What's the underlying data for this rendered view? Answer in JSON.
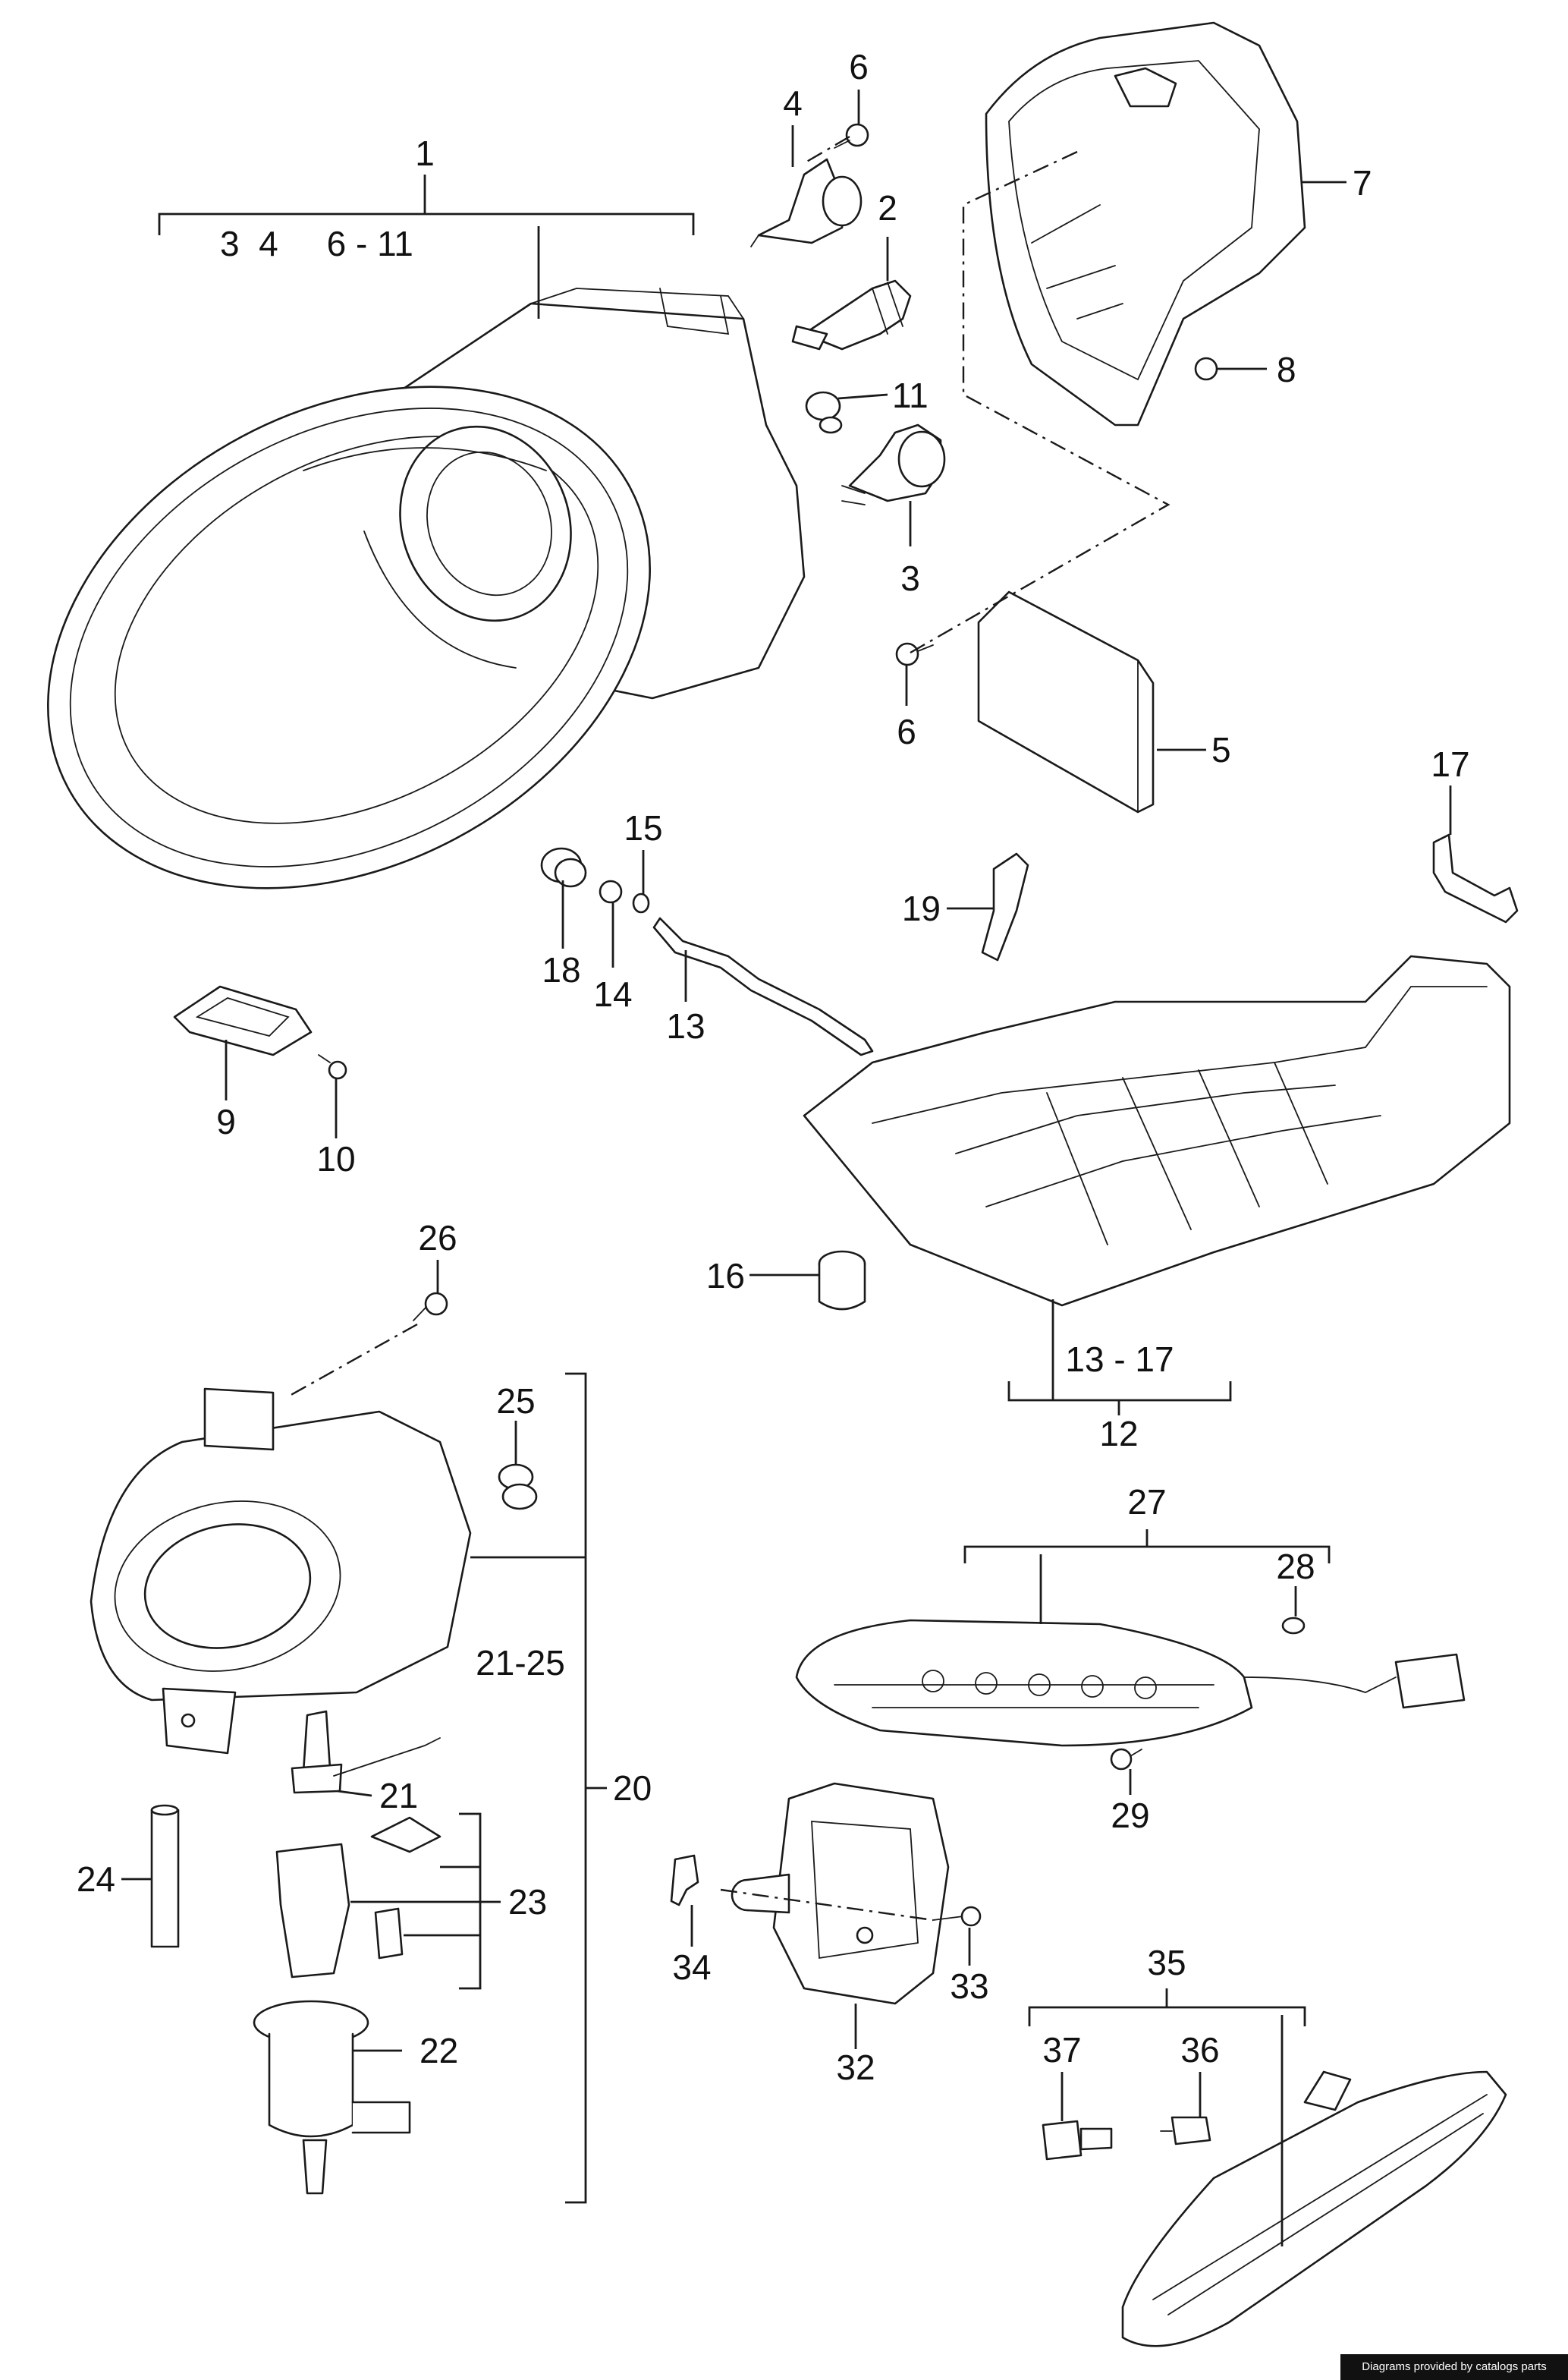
{
  "callouts": {
    "c1": "1",
    "c1_range": "3  4     6 - 11",
    "c2": "2",
    "c3": "3",
    "c4": "4",
    "c5": "5",
    "c6a": "6",
    "c6b": "6",
    "c7": "7",
    "c8": "8",
    "c9": "9",
    "c10": "10",
    "c11": "11",
    "c12": "12",
    "c12_range": "13 - 17",
    "c13": "13",
    "c14": "14",
    "c15": "15",
    "c16": "16",
    "c17": "17",
    "c18": "18",
    "c19": "19",
    "c20": "20",
    "c20_range": "21-25",
    "c21": "21",
    "c22": "22",
    "c23": "23",
    "c24": "24",
    "c25": "25",
    "c26": "26",
    "c27": "27",
    "c28": "28",
    "c29": "29",
    "c32": "32",
    "c33": "33",
    "c34": "34",
    "c35": "35",
    "c36": "36",
    "c37": "37"
  },
  "credit": "Diagrams provided by catalogs parts",
  "colors": {
    "line": "#1a1a1a",
    "background": "#ffffff",
    "credit_bar": "#111111"
  }
}
